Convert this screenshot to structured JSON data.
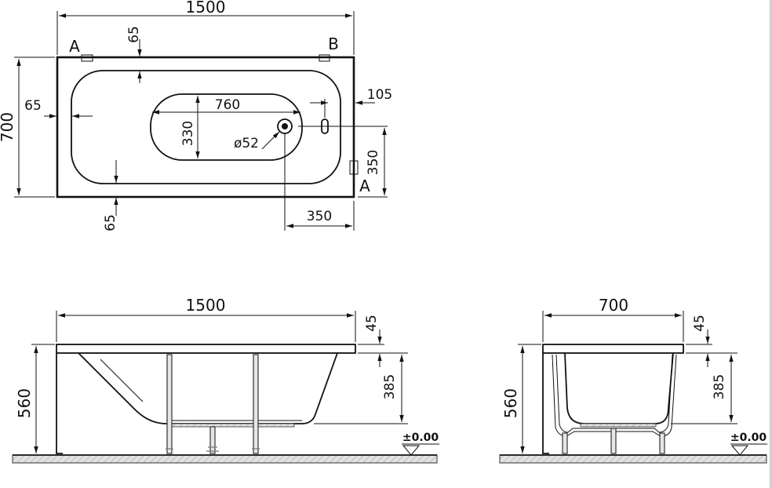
{
  "colors": {
    "line": "#111111",
    "ground_fill": "#dcdcdc",
    "leg_fill": "#e6e6e6"
  },
  "top_view": {
    "overall_length": "1500",
    "overall_width": "700",
    "rim_top": "65",
    "rim_left": "65",
    "rim_bottom": "65",
    "floor_length": "760",
    "floor_width": "330",
    "drain_diameter": "ø52",
    "drain_offset_end": "105",
    "drain_offset_side": "350",
    "drain_offset_bottom": "350",
    "section_a_top": "A",
    "section_b_top": "B",
    "section_a_side": "A"
  },
  "side_view": {
    "length": "1500",
    "rim_thickness": "45",
    "height": "560",
    "depth": "385",
    "floor_level": "±0.00"
  },
  "end_view": {
    "width": "700",
    "rim_thickness": "45",
    "height": "560",
    "depth": "385",
    "floor_level": "±0.00"
  }
}
